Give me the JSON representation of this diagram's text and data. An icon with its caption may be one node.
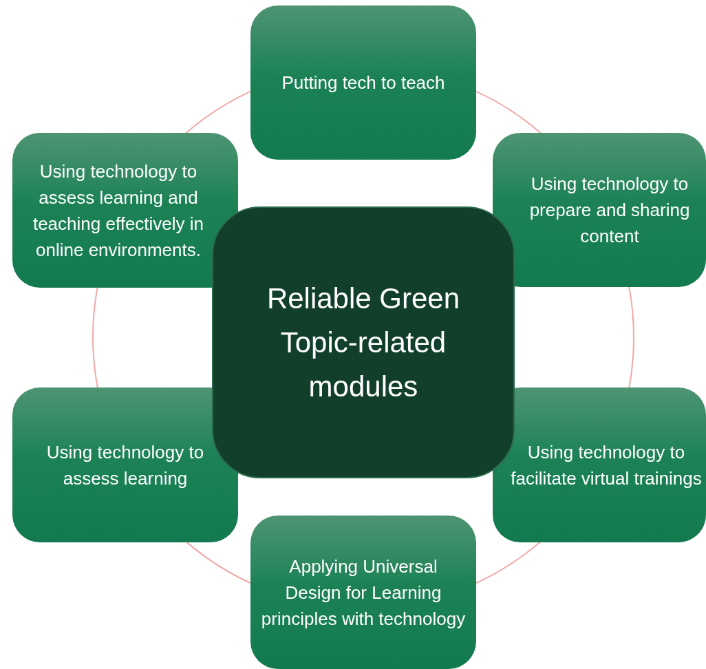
{
  "diagram": {
    "nodes": [
      {
        "text": [
          "Reliable Green Topic-related modules"
        ]
      },
      {
        "text": [
          "Putting tech to teach"
        ]
      },
      {
        "text": [
          "Using technology to prepare and sharing content"
        ]
      },
      {
        "text": [
          "Using technology to facilitate virtual trainings"
        ]
      },
      {
        "text": [
          "Applying Universal Design for Learning principles with technology"
        ]
      },
      {
        "text": [
          "Using technology to assess learning"
        ]
      },
      {
        "text": [
          "Using technology to assess learning and teaching effectively in online environments."
        ]
      }
    ]
  }
}
